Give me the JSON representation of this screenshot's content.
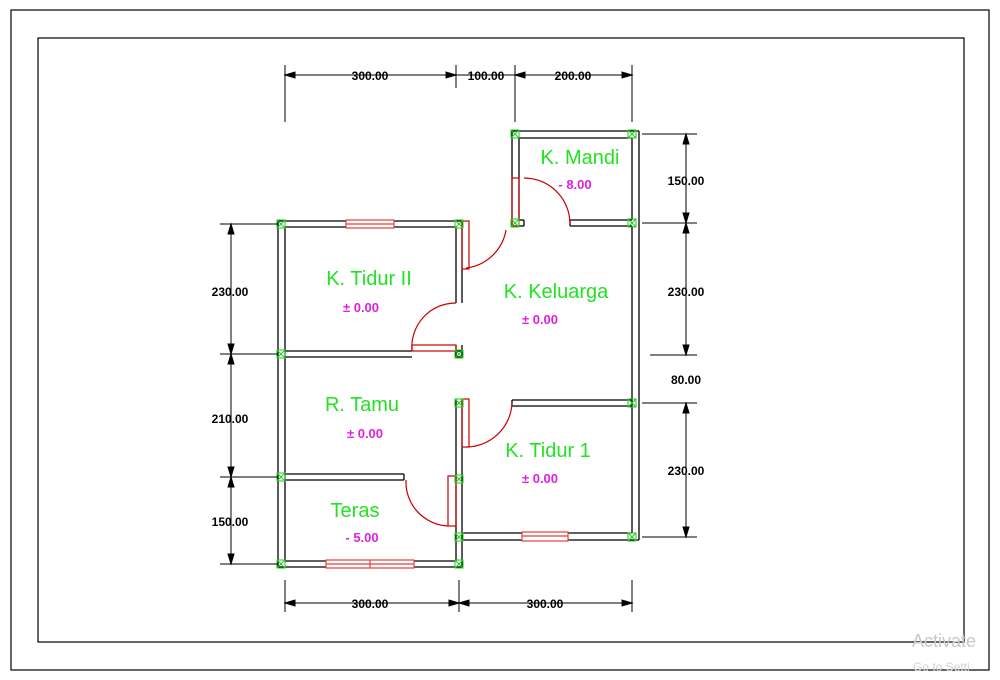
{
  "colors": {
    "room_name": "#22e322",
    "elevation": "#e020e0",
    "wall": "#000000",
    "door_arc": "#c80000",
    "window": "#e04040",
    "node": "#22c822",
    "dimension": "#000000"
  },
  "rooms": [
    {
      "key": "mandi",
      "name": "K. Mandi",
      "elevation": "- 8.00"
    },
    {
      "key": "tidur2",
      "name": "K. Tidur II",
      "elevation": "± 0.00"
    },
    {
      "key": "keluarga",
      "name": "K. Keluarga",
      "elevation": "± 0.00"
    },
    {
      "key": "tamu",
      "name": "R. Tamu",
      "elevation": "± 0.00"
    },
    {
      "key": "tidur1",
      "name": "K. Tidur 1",
      "elevation": "± 0.00"
    },
    {
      "key": "teras",
      "name": "Teras",
      "elevation": "- 5.00"
    }
  ],
  "dimensions": {
    "top": [
      "300.00",
      "100.00",
      "200.00"
    ],
    "bottom": [
      "300.00",
      "300.00"
    ],
    "left": [
      "230.00",
      "210.00",
      "150.00"
    ],
    "right": [
      "150.00",
      "230.00",
      "80.00",
      "230.00"
    ]
  },
  "watermark": {
    "line1": "Activate",
    "line2": "Go to Setti"
  }
}
